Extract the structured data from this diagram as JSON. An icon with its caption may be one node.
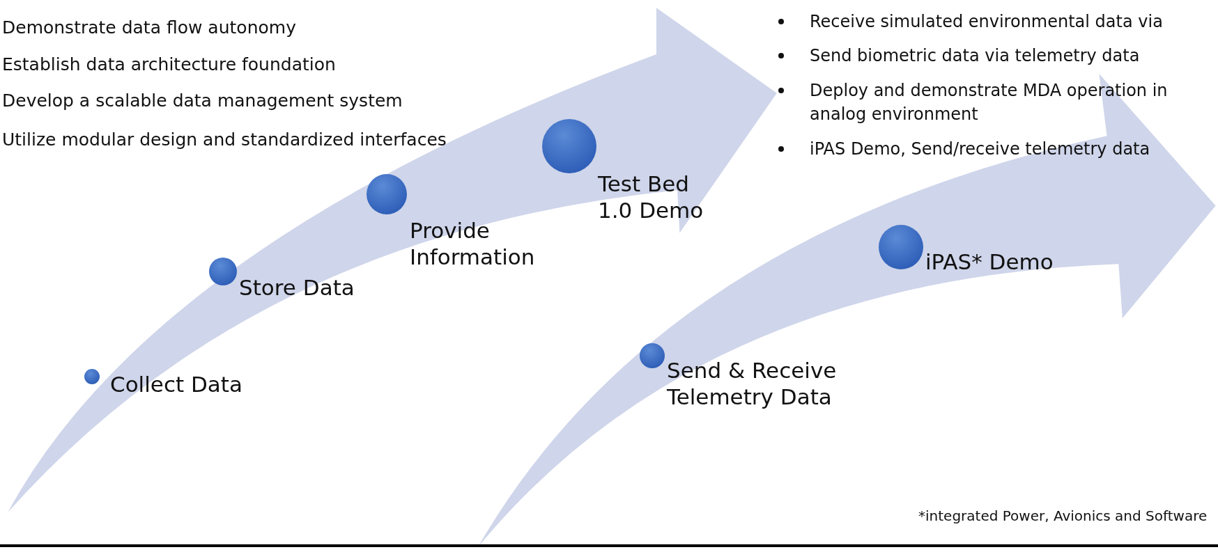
{
  "diagram": {
    "nodes": [
      {
        "text": [
          "Collect Data"
        ]
      },
      {
        "text": [
          "Store Data"
        ]
      },
      {
        "text": [
          "Provide Information"
        ]
      },
      {
        "text": [
          "Test Bed 1.0 Demo"
        ]
      },
      {
        "text": [
          "Send & Receive Telemetry Data"
        ]
      },
      {
        "text": [
          "iPAS* Demo"
        ]
      }
    ],
    "edges": [],
    "labels": [
      "Demonstrate data flow autonomy",
      "Establish data architecture foundation",
      "Develop a scalable data management system",
      "Utilize modular design and standardized interfaces",
      "Receive simulated environmental data via",
      "Send biometric data via telemetry data",
      "Deploy and demonstrate MDA operation in analog environment",
      "iPAS Demo, Send/receive telemetry data",
      "*integrated Power, Avionics and Software"
    ]
  }
}
